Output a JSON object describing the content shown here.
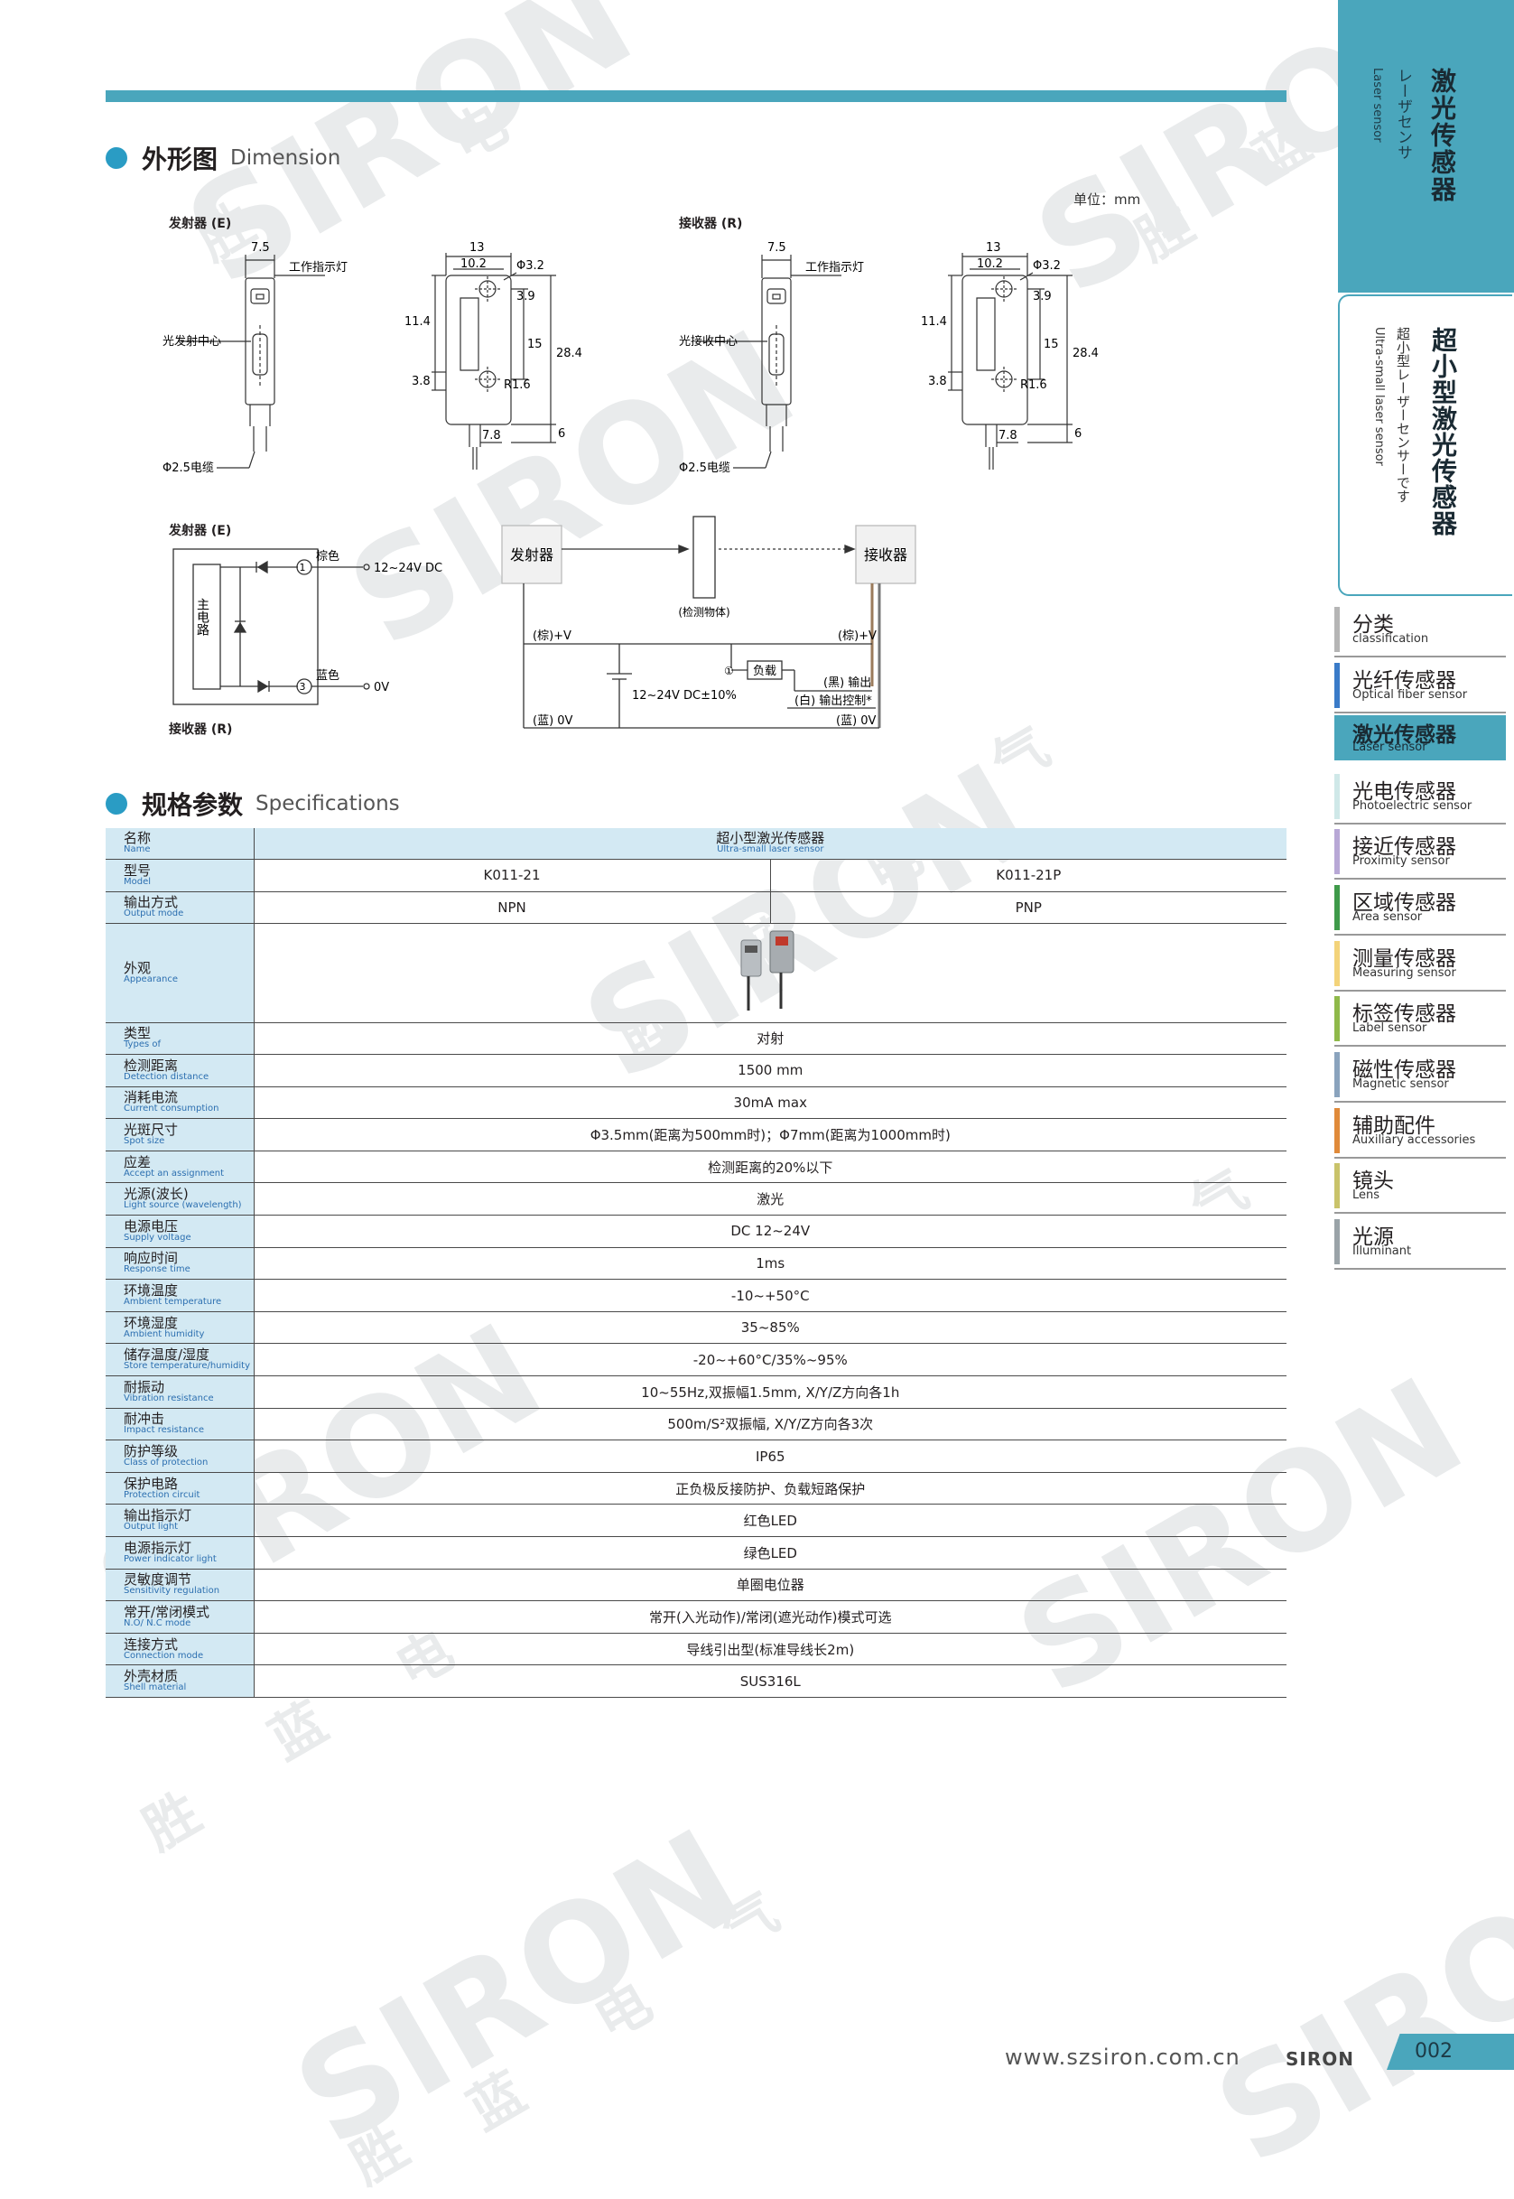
{
  "sidebar": {
    "active_tab": {
      "zh": "激光传感器",
      "jp": "レーザセンサ",
      "en": "Laser sensor"
    },
    "sub_tab": {
      "zh": "超小型激光传感器",
      "jp": "超小型レーザーセンサーです",
      "en": "Ultra-small laser sensor"
    },
    "nav": [
      {
        "zh": "分类",
        "en": "classification",
        "color": "#b5b5b5"
      },
      {
        "zh": "光纤传感器",
        "en": "Optical fiber sensor",
        "color": "#3a7bc8"
      },
      {
        "zh": "激光传感器",
        "en": "Laser sensor",
        "color": "#4aa6bc"
      },
      {
        "zh": "光电传感器",
        "en": "Photoelectric sensor",
        "color": "#cfe8e8"
      },
      {
        "zh": "接近传感器",
        "en": "Proximity sensor",
        "color": "#b8a8d6"
      },
      {
        "zh": "区域传感器",
        "en": "Area sensor",
        "color": "#3f9a4a"
      },
      {
        "zh": "测量传感器",
        "en": "Measuring sensor",
        "color": "#f3d37a"
      },
      {
        "zh": "标签传感器",
        "en": "Label sensor",
        "color": "#8fb94a"
      },
      {
        "zh": "磁性传感器",
        "en": "Magnetic sensor",
        "color": "#8aa3bd"
      },
      {
        "zh": "辅助配件",
        "en": "Auxiliary accessories",
        "color": "#e08a3a"
      },
      {
        "zh": "镜头",
        "en": "Lens",
        "color": "#c9c36a"
      },
      {
        "zh": "光源",
        "en": "Illuminant",
        "color": "#9aa3a8"
      }
    ]
  },
  "dimension": {
    "title_zh": "外形图",
    "title_en": "Dimension",
    "unit": "单位：mm",
    "emitter": "发射器 (E)",
    "receiver": "接收器 (R)",
    "work_led": "工作指示灯",
    "emit_center": "光发射中心",
    "recv_center": "光接收中心",
    "cable": "Φ2.5电缆",
    "d_7_5": "7.5",
    "d_13": "13",
    "d_10_2": "10.2",
    "d_phi32": "Φ3.2",
    "d_3_9": "3.9",
    "d_11_4": "11.4",
    "d_15": "15",
    "d_28_4": "28.4",
    "d_3_8": "3.8",
    "d_r16": "R1.6",
    "d_7_8": "7.8",
    "d_6": "6"
  },
  "circuit": {
    "emitter": "发射器 (E)",
    "receiver": "接收器 (R)",
    "main_circuit": "主电路",
    "brown": "棕色",
    "blue": "蓝色",
    "v12_24": "12~24V DC",
    "zero_v": "0V",
    "pin1": "1",
    "pin3": "3",
    "box_emit": "发射器",
    "box_recv": "接收器",
    "object": "(检测物体)",
    "brown_v_left": "(棕)+V",
    "brown_v_right": "(棕)+V",
    "supply": "12~24V DC±10%",
    "load_num": "①",
    "load": "负载",
    "black_out": "(黑) 输出",
    "white_ctrl": "(白) 输出控制*",
    "blue_0v_left": "(蓝) 0V",
    "blue_0v_right": "(蓝) 0V"
  },
  "spec": {
    "title_zh": "规格参数",
    "title_en": "Specifications",
    "name_zh": "名称",
    "name_en": "Name",
    "product_zh": "超小型激光传感器",
    "product_en": "Ultra-small laser sensor",
    "model_zh": "型号",
    "model_en": "Model",
    "model_a": "K011-21",
    "model_b": "K011-21P",
    "output_zh": "输出方式",
    "output_en": "Output mode",
    "output_a": "NPN",
    "output_b": "PNP",
    "appearance_zh": "外观",
    "appearance_en": "Appearance",
    "rows": [
      {
        "zh": "类型",
        "en": "Types of",
        "value": "对射"
      },
      {
        "zh": "检测距离",
        "en": "Detection distance",
        "value": "1500 mm"
      },
      {
        "zh": "消耗电流",
        "en": "Current consumption",
        "value": "30mA max"
      },
      {
        "zh": "光斑尺寸",
        "en": "Spot size",
        "value": "Φ3.5mm(距离为500mm时)；Φ7mm(距离为1000mm时)"
      },
      {
        "zh": "应差",
        "en": "Accept an assignment",
        "value": "检测距离的20%以下"
      },
      {
        "zh": "光源(波长)",
        "en": "Light source (wavelength)",
        "value": "激光"
      },
      {
        "zh": "电源电压",
        "en": "Supply voltage",
        "value": "DC 12~24V"
      },
      {
        "zh": "响应时间",
        "en": "Response time",
        "value": "1ms"
      },
      {
        "zh": "环境温度",
        "en": "Ambient temperature",
        "value": "-10~+50°C"
      },
      {
        "zh": "环境湿度",
        "en": "Ambient humidity",
        "value": "35~85%"
      },
      {
        "zh": "储存温度/湿度",
        "en": "Store temperature/humidity",
        "value": "-20~+60°C/35%~95%"
      },
      {
        "zh": "耐振动",
        "en": "Vibration resistance",
        "value": "10~55Hz,双振幅1.5mm, X/Y/Z方向各1h"
      },
      {
        "zh": "耐冲击",
        "en": "Impact resistance",
        "value": "500m/S²双振幅, X/Y/Z方向各3次"
      },
      {
        "zh": "防护等级",
        "en": "Class of protection",
        "value": "IP65"
      },
      {
        "zh": "保护电路",
        "en": "Protection circuit",
        "value": "正负极反接防护、负载短路保护"
      },
      {
        "zh": "输出指示灯",
        "en": "Output light",
        "value": "红色LED"
      },
      {
        "zh": "电源指示灯",
        "en": "Power indicator light",
        "value": "绿色LED"
      },
      {
        "zh": "灵敏度调节",
        "en": "Sensitivity regulation",
        "value": "单圈电位器"
      },
      {
        "zh": "常开/常闭模式",
        "en": "N.O/ N.C mode",
        "value": "常开(入光动作)/常闭(遮光动作)模式可选"
      },
      {
        "zh": "连接方式",
        "en": "Connection mode",
        "value": "导线引出型(标准导线长2m)"
      },
      {
        "zh": "外壳材质",
        "en": "Shell material",
        "value": "SUS316L"
      }
    ]
  },
  "footer": {
    "url": "www.szsiron.com.cn",
    "logo": "SIRON",
    "page": "002"
  },
  "watermark": {
    "brand": "SIRON",
    "c1": "胜",
    "c2": "蓝",
    "c3": "电",
    "c4": "气"
  },
  "colors": {
    "accent": "#4aa6bc",
    "header_bg": "#d3e9f3"
  }
}
